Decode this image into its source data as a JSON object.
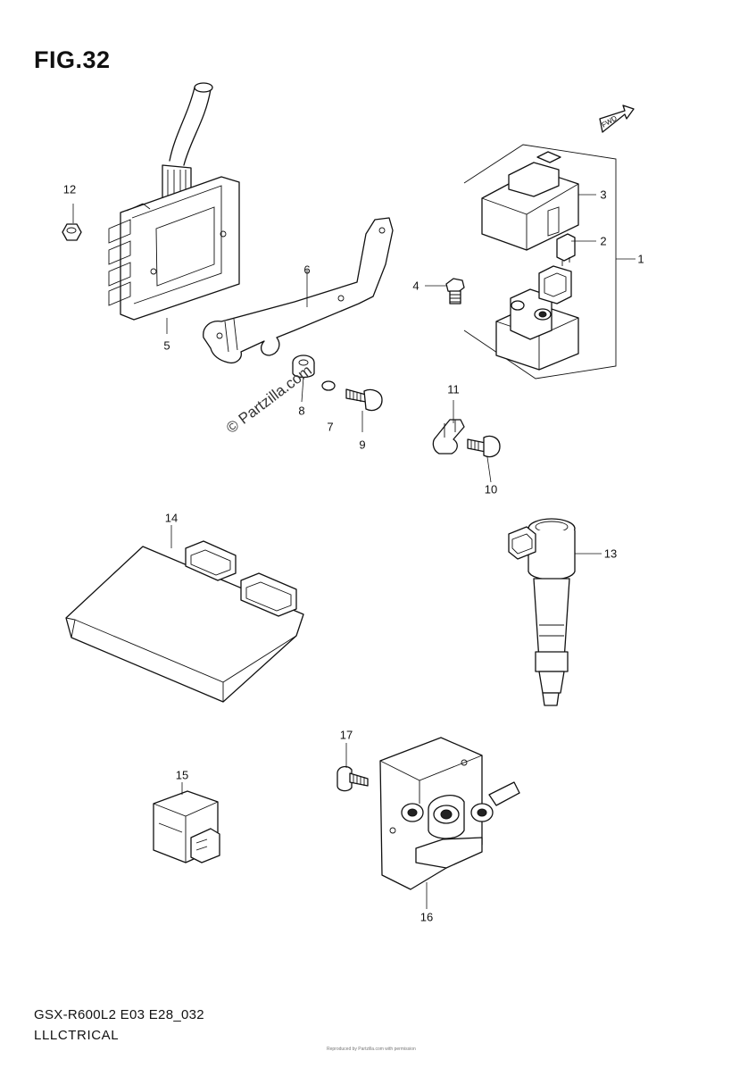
{
  "figure": {
    "title": "FIG.32",
    "code": "GSX-R600L2 E03 E28_032",
    "section": "LLLCTRICAL",
    "watermark": "© Partzilla.com",
    "fine_print": "Reproduced by Partzilla.com with permission"
  },
  "fwd_label": "FWD",
  "callouts": [
    {
      "id": "1",
      "text": "1"
    },
    {
      "id": "2",
      "text": "2"
    },
    {
      "id": "3",
      "text": "3"
    },
    {
      "id": "4",
      "text": "4"
    },
    {
      "id": "5",
      "text": "5"
    },
    {
      "id": "6",
      "text": "6"
    },
    {
      "id": "7",
      "text": "7"
    },
    {
      "id": "8",
      "text": "8"
    },
    {
      "id": "9",
      "text": "9"
    },
    {
      "id": "10",
      "text": "10"
    },
    {
      "id": "11",
      "text": "11"
    },
    {
      "id": "12",
      "text": "12"
    },
    {
      "id": "13",
      "text": "13"
    },
    {
      "id": "14",
      "text": "14"
    },
    {
      "id": "15",
      "text": "15"
    },
    {
      "id": "16",
      "text": "16"
    },
    {
      "id": "17",
      "text": "17"
    }
  ]
}
